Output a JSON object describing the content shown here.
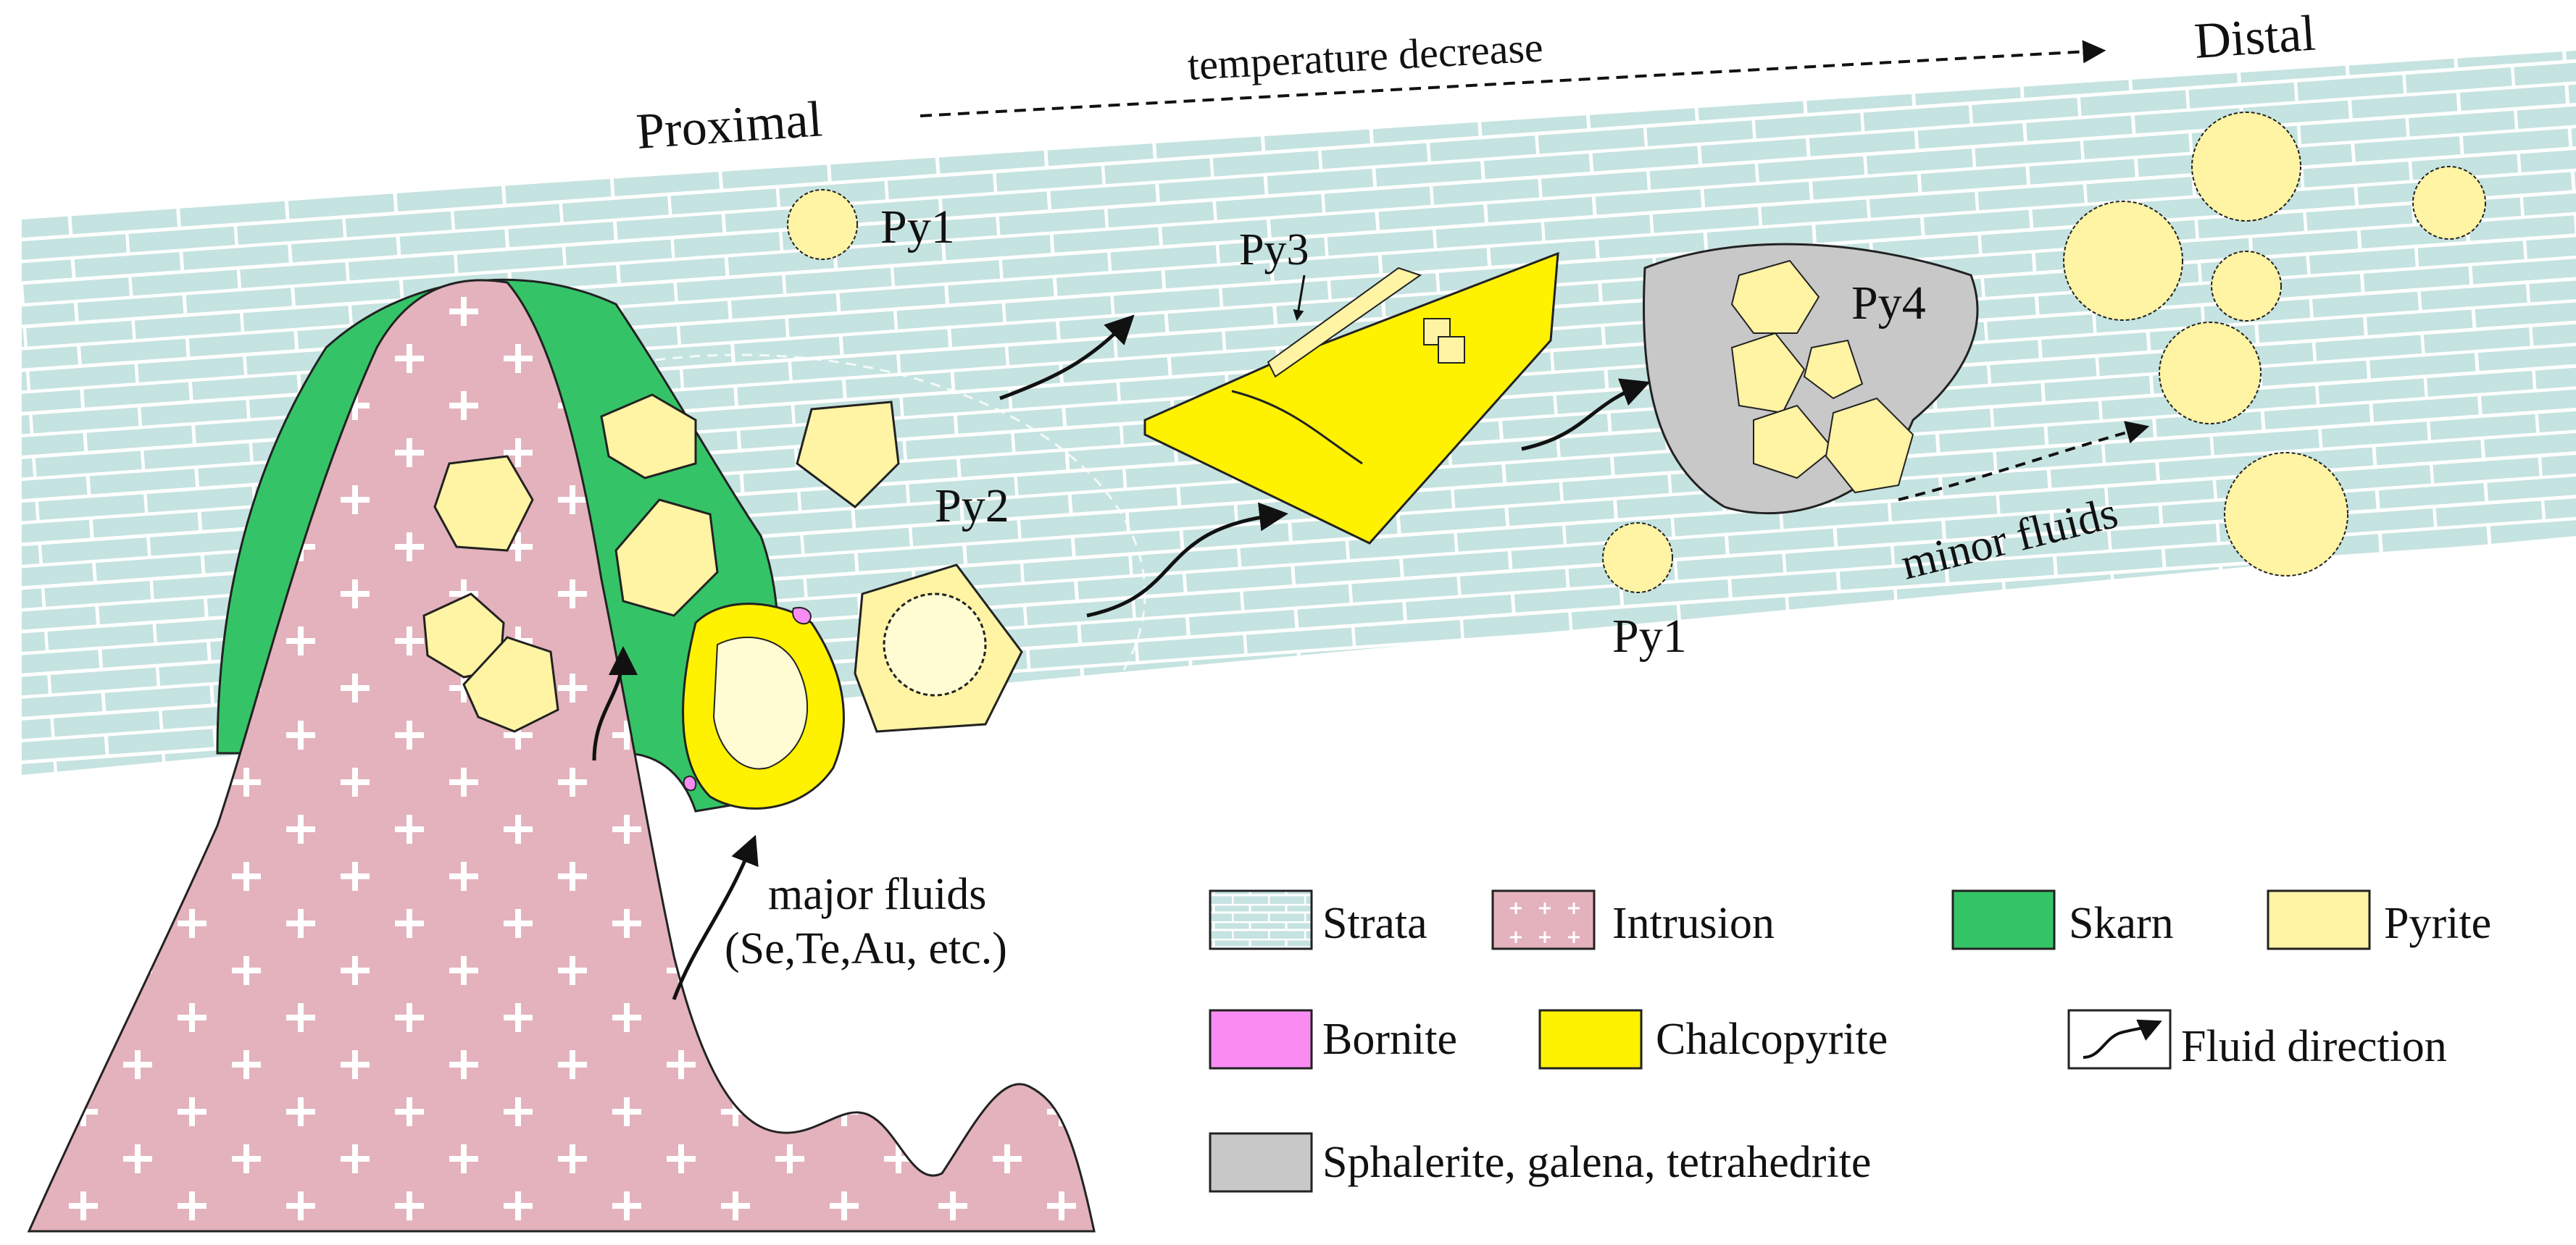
{
  "labels": {
    "proximal": "Proximal",
    "distal": "Distal",
    "temperature": "temperature decrease",
    "py1_top": "Py1",
    "py1_bottom": "Py1",
    "py2": "Py2",
    "py3": "Py3",
    "py4": "Py4",
    "minor_fluids": "minor fluids",
    "major_fluids": "major fluids",
    "major_fluids_elements": "(Se,Te,Au, etc.)"
  },
  "legend": [
    {
      "key": "strata",
      "label": "Strata",
      "color": "#c5e3e0"
    },
    {
      "key": "intrusion",
      "label": "Intrusion",
      "color": "#e3b2bc"
    },
    {
      "key": "skarn",
      "label": "Skarn",
      "color": "#34c467"
    },
    {
      "key": "pyrite",
      "label": "Pyrite",
      "color": "#fff3a4"
    },
    {
      "key": "bornite",
      "label": "Bornite",
      "color": "#f98cf2"
    },
    {
      "key": "chalcopyrite",
      "label": "Chalcopyrite",
      "color": "#fff200"
    },
    {
      "key": "fluid",
      "label": "Fluid direction",
      "color": "#ffffff"
    },
    {
      "key": "sphalerite",
      "label": "Sphalerite, galena, tetrahedrite",
      "color": "#c8c8c8"
    }
  ],
  "colors": {
    "strata": "#c5e3e0",
    "intrusion": "#e3b2bc",
    "skarn": "#34c467",
    "pyrite": "#fff3a4",
    "pyrite_light": "#fffbd2",
    "bornite": "#f98cf2",
    "chalcopyrite": "#fff200",
    "sulfide_gray": "#c8c8c8",
    "outline": "#222222"
  }
}
